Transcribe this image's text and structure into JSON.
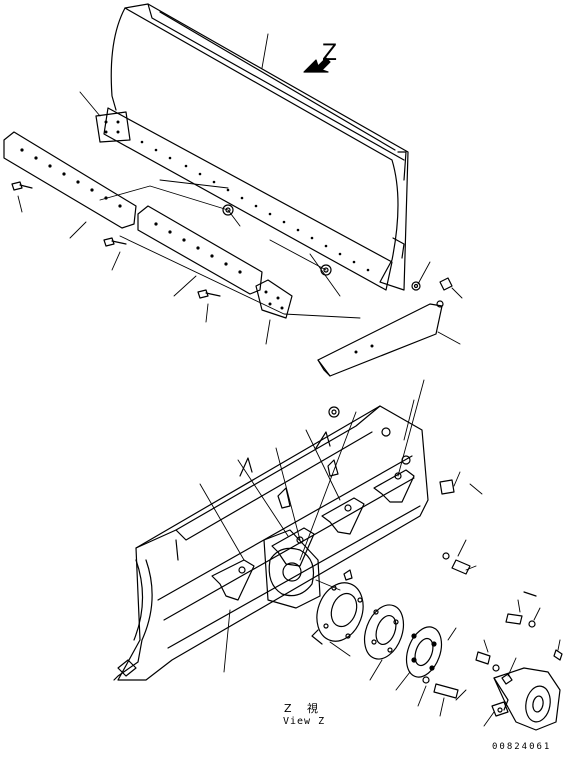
{
  "diagram": {
    "view_marker": "Z",
    "view_caption_jp": "Z 視",
    "view_caption_en": "View Z",
    "drawing_code": "00824061"
  }
}
